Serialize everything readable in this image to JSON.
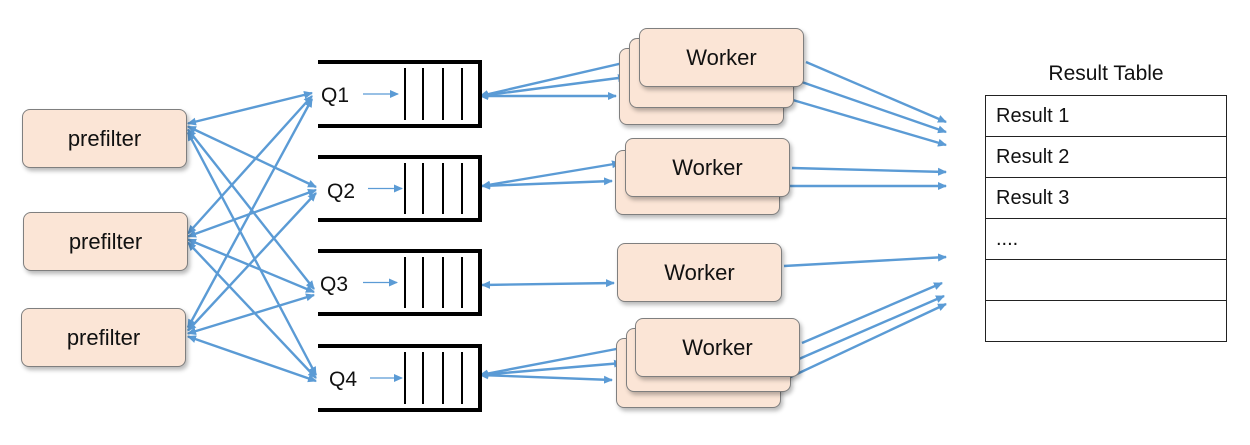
{
  "prefilters": [
    {
      "label": "prefilter"
    },
    {
      "label": "prefilter"
    },
    {
      "label": "prefilter"
    }
  ],
  "queues": [
    {
      "label": "Q1"
    },
    {
      "label": "Q2"
    },
    {
      "label": "Q3"
    },
    {
      "label": "Q4"
    }
  ],
  "workers": [
    {
      "label": "Worker",
      "stacked": true
    },
    {
      "label": "Worker",
      "stacked": true
    },
    {
      "label": "Worker",
      "stacked": false
    },
    {
      "label": "Worker",
      "stacked": true
    }
  ],
  "result_table": {
    "title": "Result Table",
    "rows": [
      "Result 1",
      "Result 2",
      "Result 3",
      "....",
      "",
      ""
    ]
  },
  "colors": {
    "arrow": "#5b9bd5",
    "box_fill": "#fbe5d6",
    "box_border": "#7f7f7f"
  }
}
